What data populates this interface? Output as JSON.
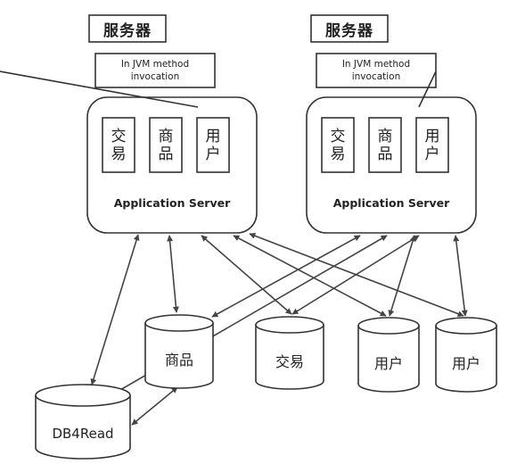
{
  "servers": [
    {
      "title": "服务器",
      "note_line1": "In JVM method",
      "note_line2": "invocation",
      "modules": [
        {
          "line1": "交",
          "line2": "易"
        },
        {
          "line1": "商",
          "line2": "品"
        },
        {
          "line1": "用",
          "line2": "户"
        }
      ],
      "label": "Application Server"
    },
    {
      "title": "服务器",
      "note_line1": "In JVM method",
      "note_line2": "invocation",
      "modules": [
        {
          "line1": "交",
          "line2": "易"
        },
        {
          "line1": "商",
          "line2": "品"
        },
        {
          "line1": "用",
          "line2": "户"
        }
      ],
      "label": "Application Server"
    }
  ],
  "databases": [
    {
      "label": "商品"
    },
    {
      "label": "交易"
    },
    {
      "label": "用户"
    },
    {
      "label": "用户"
    },
    {
      "label": "DB4Read"
    }
  ]
}
